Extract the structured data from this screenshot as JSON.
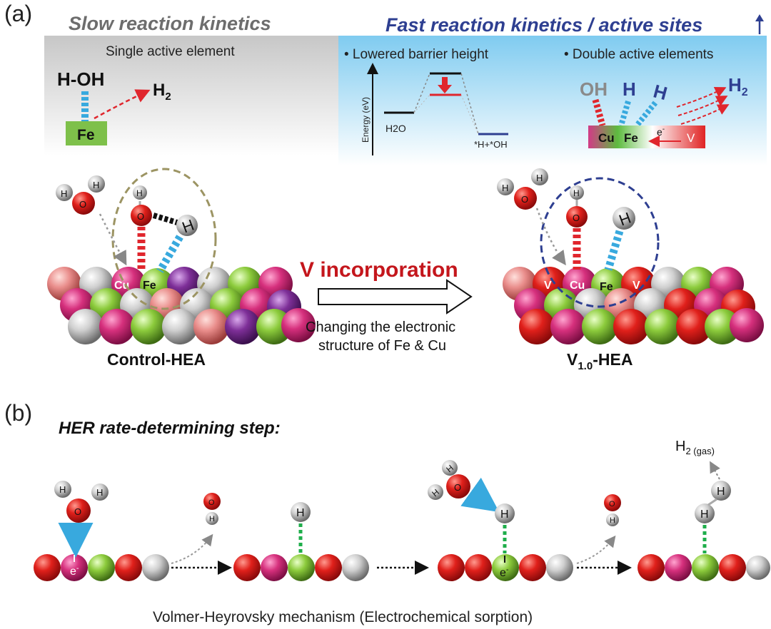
{
  "panel_a": {
    "label": "(a)",
    "slow_title": "Slow reaction kinetics",
    "fast_title": "Fast reaction kinetics / active sites",
    "single_active": "Single active element",
    "water_label": "H-OH",
    "h2_label": "H",
    "h2_sub": "2",
    "fe_label": "Fe",
    "barrier_title": "• Lowered barrier height",
    "energy_axis": "Energy (eV)",
    "h2o_level": "H2O",
    "product_level": "*H+*OH",
    "double_title": "• Double active elements",
    "oh_label": "OH",
    "h_label_1": "H",
    "h_label_2": "H",
    "h2_right": "H",
    "h2_right_sub": "2",
    "cu_bar": "Cu",
    "fe_bar": "Fe",
    "e_minus": "e",
    "e_sup": "-",
    "v_bar": "V",
    "v_incorporation": "V incorporation",
    "changing_1": "Changing the electronic",
    "changing_2": "structure of Fe & Cu",
    "control_hea": "Control-HEA",
    "v_hea_main": "V",
    "v_hea_sub": "1.0",
    "v_hea_tail": "-HEA",
    "ball_cu": "Cu",
    "ball_fe": "Fe",
    "ball_v": "V",
    "atom_h": "H",
    "atom_o": "O"
  },
  "panel_b": {
    "label": "(b)",
    "title": "HER rate-determining step:",
    "h2_gas": "H",
    "h2_gas_sub": "2 (gas)",
    "mechanism": "Volmer-Heyrovsky mechanism (Electrochemical sorption)"
  },
  "colors": {
    "red_sphere": "#d91c1c",
    "pink_sphere": "#d0357f",
    "green_sphere": "#8cc63f",
    "grey_sphere": "#c8c8c8",
    "purple_sphere": "#7b2d91",
    "salmon_sphere": "#e88a8a",
    "blue_title": "#2e3f91",
    "grey_title": "#6d6d6d",
    "accent_red": "#c4161c",
    "bond_blue": "#38a9de",
    "bond_red": "#e0262d",
    "bond_green": "#1fae4b"
  }
}
